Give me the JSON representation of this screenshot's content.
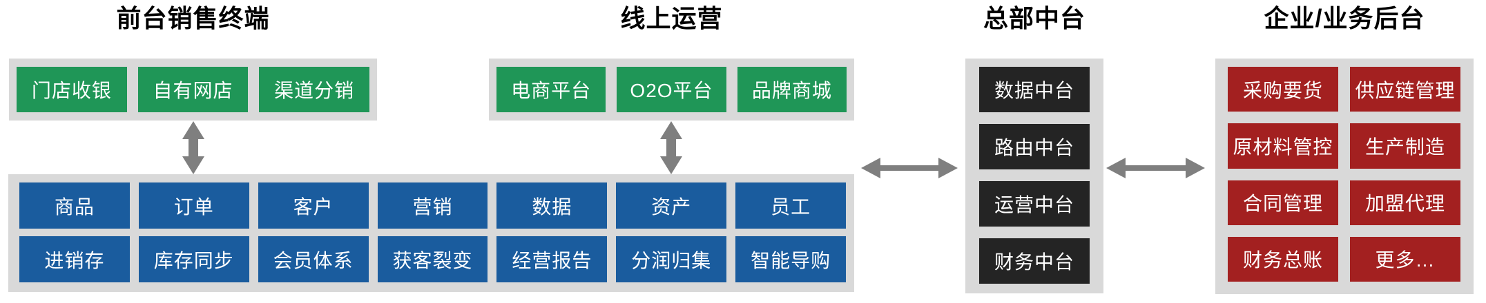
{
  "diagram": {
    "sections": {
      "front": {
        "title": "前台销售终端",
        "items": [
          "门店收银",
          "自有网店",
          "渠道分销"
        ]
      },
      "online": {
        "title": "线上运营",
        "items": [
          "电商平台",
          "O2O平台",
          "品牌商城"
        ]
      },
      "platform": {
        "rows": [
          [
            "商品",
            "订单",
            "客户",
            "营销",
            "数据",
            "资产",
            "员工"
          ],
          [
            "进销存",
            "库存同步",
            "会员体系",
            "获客裂变",
            "经营报告",
            "分润归集",
            "智能导购"
          ]
        ]
      },
      "middle": {
        "title": "总部中台",
        "items": [
          "数据中台",
          "路由中台",
          "运营中台",
          "财务中台"
        ]
      },
      "backend": {
        "title": "企业/业务后台",
        "items": [
          "采购要货",
          "供应链管理",
          "原材料管控",
          "生产制造",
          "合同管理",
          "加盟代理",
          "财务总账",
          "更多…"
        ]
      }
    },
    "colors": {
      "front_box": "#1F9657",
      "online_box": "#1F9657",
      "platform_box": "#1A5C9E",
      "middle_box": "#242424",
      "backend_box": "#A32020",
      "panel_background": "#D9D9D9",
      "arrow": "#7F7F7F",
      "title_text": "#000000",
      "box_text": "#FFFFFF"
    }
  }
}
